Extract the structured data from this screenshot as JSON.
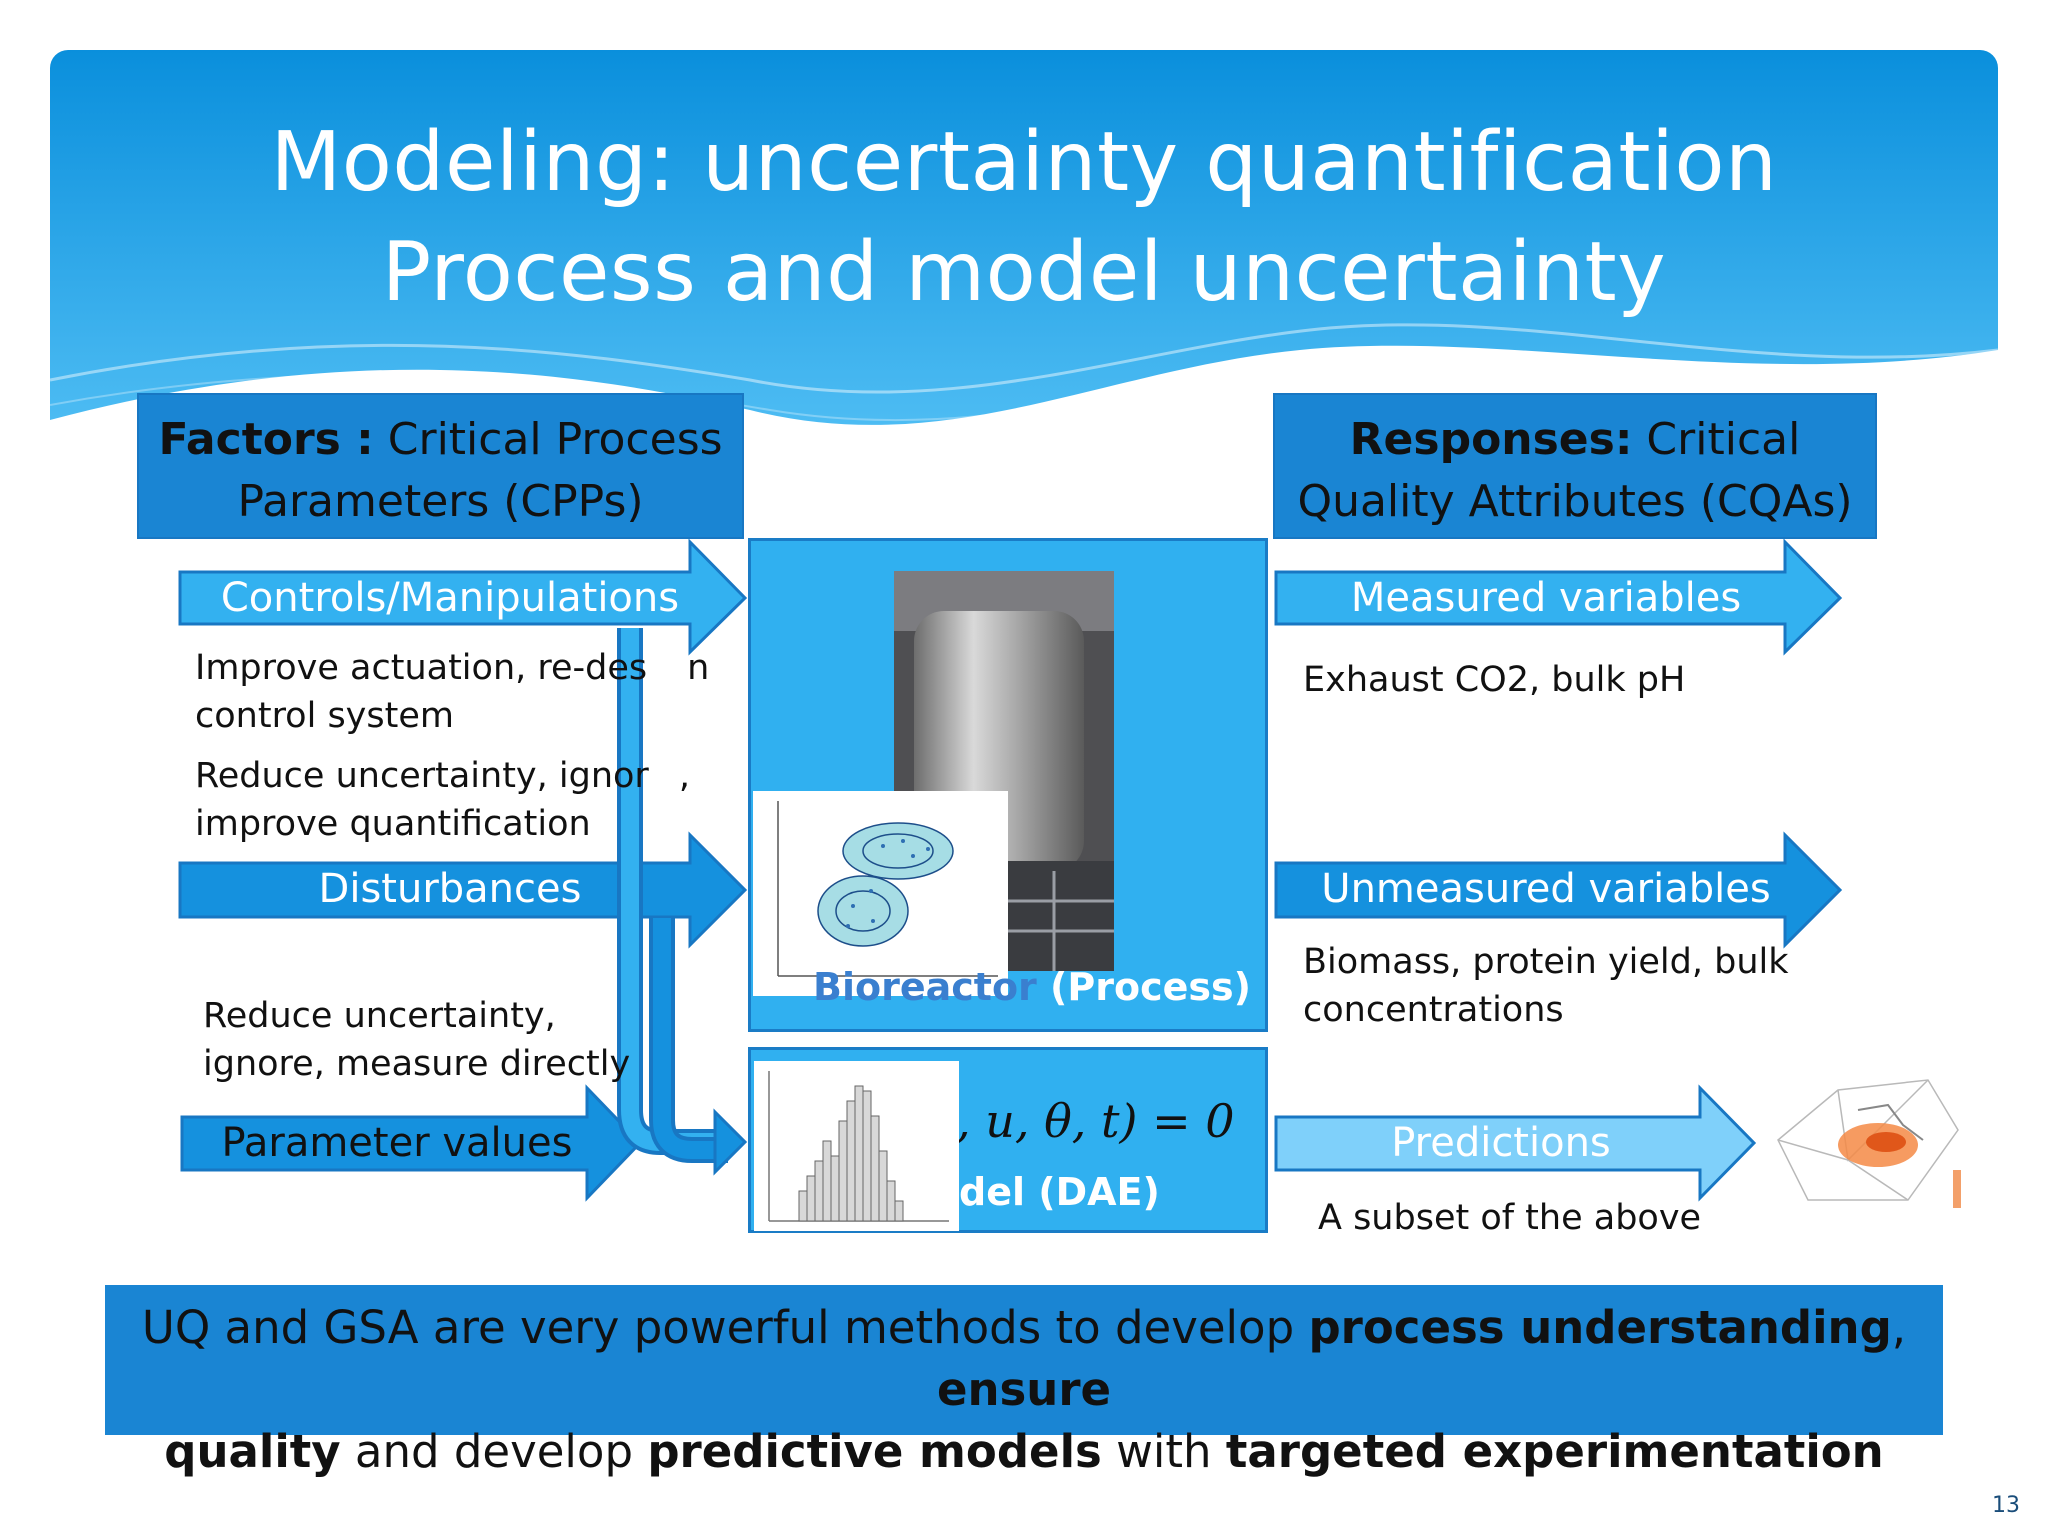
{
  "title": {
    "line1": "Modeling: uncertainty quantification",
    "line2": "Process and model uncertainty"
  },
  "factors_box": {
    "bold": "Factors :",
    "rest_line1": " Critical Process",
    "line2": "Parameters (CPPs)"
  },
  "responses_box": {
    "bold": "Responses:",
    "rest_line1": " Critical",
    "line2": "Quality Attributes (CQAs)"
  },
  "inputs": {
    "controls": {
      "label": "Controls/Manipulations",
      "note1_line1": "Improve actuation, re-des",
      "note1_line1_tail": "n",
      "note1_line2": "control system",
      "note2_line1": "Reduce uncertainty, ignor",
      "note2_line1_tail": ",",
      "note2_line2": "improve quantification"
    },
    "disturbances": {
      "label": "Disturbances",
      "note_line1": "Reduce uncertainty,",
      "note_line2": "ignore, measure directly"
    },
    "parameters": {
      "label": "Parameter values"
    }
  },
  "process": {
    "label_visible": "(Process)",
    "label_hidden": "Bioreactor"
  },
  "model": {
    "equation": ", u, θ, t) = 0",
    "label_visible": "del (DAE)"
  },
  "outputs": {
    "measured": {
      "label": "Measured variables",
      "note": "Exhaust CO2, bulk pH"
    },
    "unmeasured": {
      "label": "Unmeasured variables",
      "note_line1": "Biomass, protein yield, bulk",
      "note_line2": "concentrations"
    },
    "predictions": {
      "label": "Predictions",
      "note": "A subset of the above"
    }
  },
  "footer": {
    "p1": "UQ and GSA are very powerful methods to develop ",
    "b1": "process understanding",
    "p2": ", ",
    "b2": "ensure",
    "b3": "quality",
    "p3": " and develop ",
    "b4": "predictive models",
    "p4": " with ",
    "b5": "targeted experimentation"
  },
  "page_number": "13",
  "colors": {
    "header_top": "#0a8fdc",
    "header_bottom": "#43b8f2",
    "box_dark": "#1a85d3",
    "arrow_dark": "#1591de",
    "arrow_light": "#33b1f0",
    "arrow_pale": "#7fd0fa",
    "process_box": "#30b0f0"
  }
}
